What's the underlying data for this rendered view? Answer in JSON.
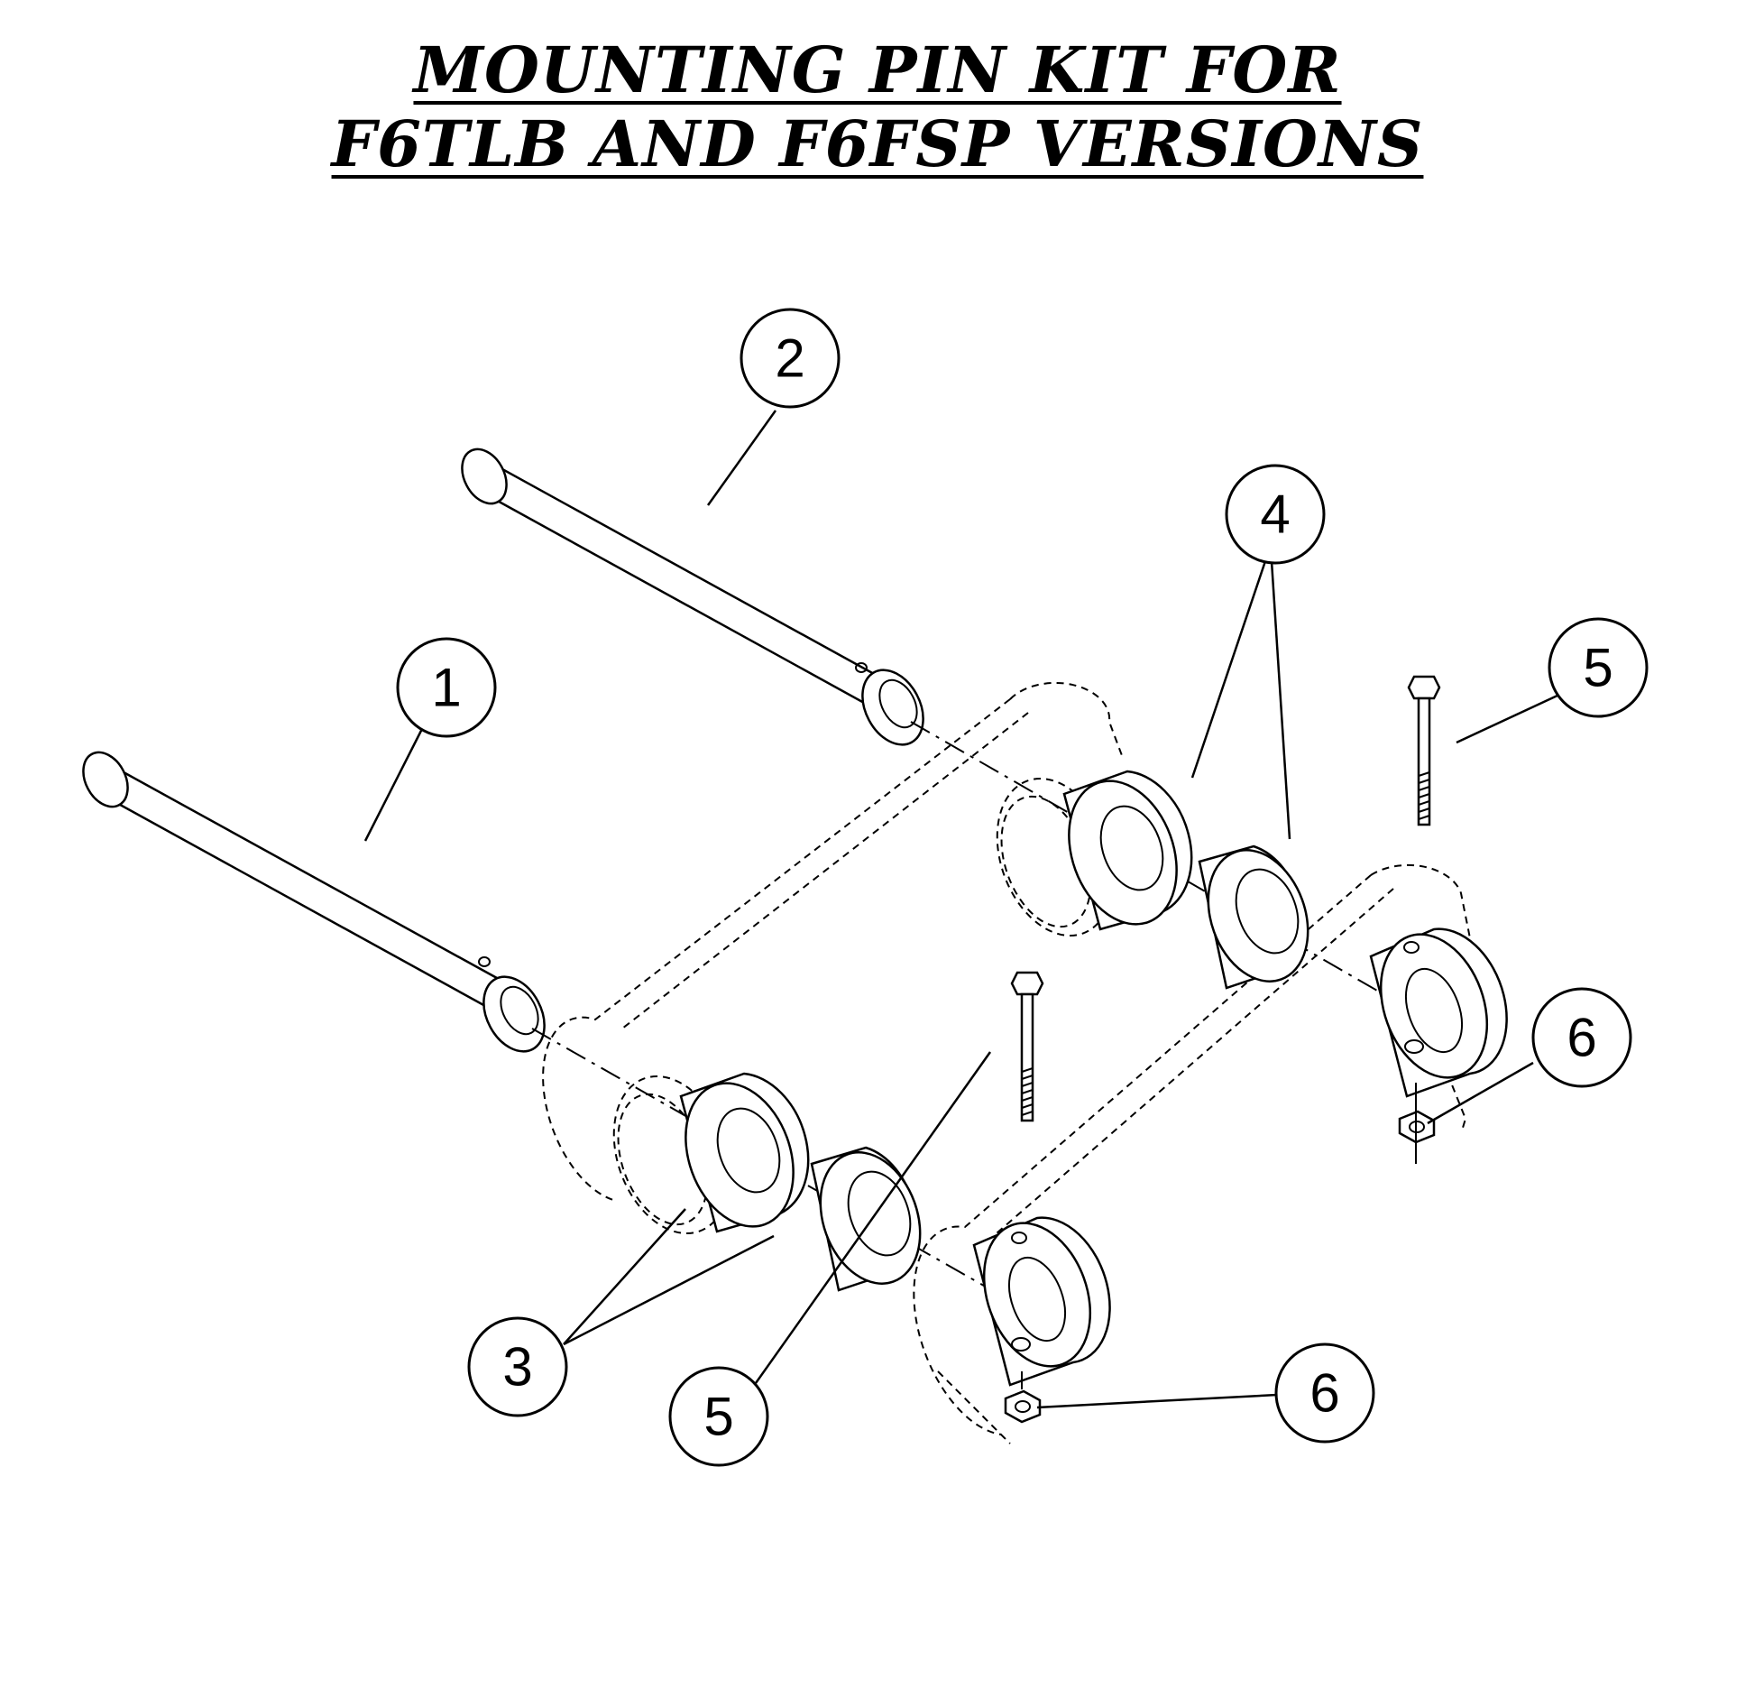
{
  "title": {
    "line1": "MOUNTING PIN KIT FOR",
    "line2": "F6TLB AND F6FSP VERSIONS"
  },
  "callouts": {
    "c1": "1",
    "c2": "2",
    "c3": "3",
    "c4": "4",
    "c5a": "5",
    "c5b": "5",
    "c6a": "6",
    "c6b": "6"
  }
}
